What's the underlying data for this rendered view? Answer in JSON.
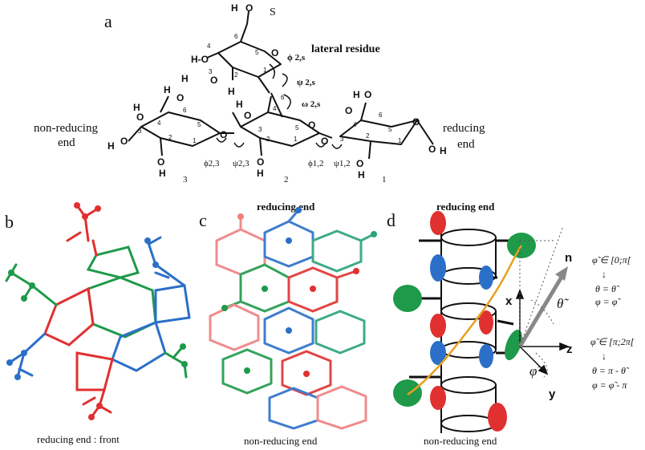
{
  "panel_a": {
    "letter": "a",
    "lateral_label": "lateral residue",
    "left_label_1": "non-reducing",
    "left_label_2": "end",
    "right_label_1": "reducing",
    "right_label_2": "end",
    "s_label": "S",
    "ring_labels": [
      "3",
      "2",
      "1"
    ],
    "angle_labels": {
      "phi2s": "ϕ 2,s",
      "psi2s": "ψ 2,s",
      "omega2s": "ω 2,s",
      "phi23": "ϕ2,3",
      "psi23": "ψ2,3",
      "phi12": "ϕ1,2",
      "psi12": "ψ1,2"
    },
    "atoms": {
      "H": "H",
      "O": "O",
      "HO": "H-O"
    }
  },
  "panel_b": {
    "letter": "b",
    "caption": "reducing end : front"
  },
  "panel_c": {
    "letter": "c",
    "top_caption": "reducing end",
    "bottom_caption": "non-reducing end"
  },
  "panel_d": {
    "letter": "d",
    "top_caption": "reducing end",
    "bottom_caption": "non-reducing end",
    "axes": {
      "x": "x",
      "y": "y",
      "z": "z",
      "n": "n"
    },
    "theta_tilde": "θ̃",
    "phi_tilde": "φ̃",
    "rule1_cond": "φ̃ ∈ [0;π[",
    "rule1_theta": "θ = θ̃",
    "rule1_phi": "φ = φ̃",
    "rule2_cond": "φ̃ ∈ [π;2π[",
    "rule2_theta": "θ = π - θ̃",
    "rule2_phi": "φ = φ̃ - π",
    "arrow": "↓"
  },
  "colors": {
    "red": "#e03030",
    "blue": "#2b6fc8",
    "green": "#1e9a4a",
    "teal": "#2aa37a",
    "orange": "#e8a020"
  }
}
